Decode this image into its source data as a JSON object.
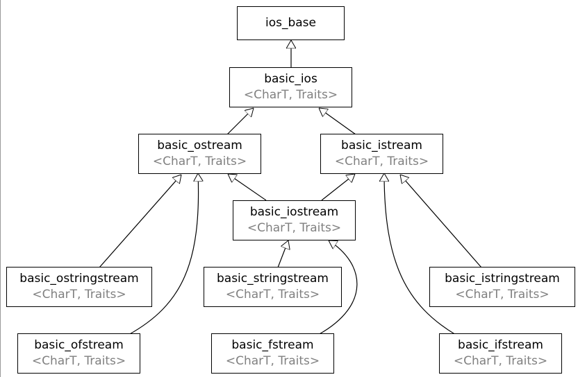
{
  "diagram": {
    "type": "class-inheritance",
    "colors": {
      "box_border": "#000000",
      "name_text": "#000000",
      "template_text": "#808080",
      "edge": "#000000",
      "arrowhead_fill": "#ffffff"
    },
    "classes": {
      "ios_base": {
        "name": "ios_base",
        "template": ""
      },
      "basic_ios": {
        "name": "basic_ios",
        "template": "<CharT, Traits>"
      },
      "basic_ostream": {
        "name": "basic_ostream",
        "template": "<CharT, Traits>"
      },
      "basic_istream": {
        "name": "basic_istream",
        "template": "<CharT, Traits>"
      },
      "basic_iostream": {
        "name": "basic_iostream",
        "template": "<CharT, Traits>"
      },
      "basic_ostringstream": {
        "name": "basic_ostringstream",
        "template": "<CharT, Traits>"
      },
      "basic_stringstream": {
        "name": "basic_stringstream",
        "template": "<CharT, Traits>"
      },
      "basic_istringstream": {
        "name": "basic_istringstream",
        "template": "<CharT, Traits>"
      },
      "basic_ofstream": {
        "name": "basic_ofstream",
        "template": "<CharT, Traits>"
      },
      "basic_fstream": {
        "name": "basic_fstream",
        "template": "<CharT, Traits>"
      },
      "basic_ifstream": {
        "name": "basic_ifstream",
        "template": "<CharT, Traits>"
      }
    },
    "inheritance": [
      {
        "derived": "basic_ios",
        "base": "ios_base"
      },
      {
        "derived": "basic_ostream",
        "base": "basic_ios"
      },
      {
        "derived": "basic_istream",
        "base": "basic_ios"
      },
      {
        "derived": "basic_iostream",
        "base": "basic_ostream"
      },
      {
        "derived": "basic_iostream",
        "base": "basic_istream"
      },
      {
        "derived": "basic_ostringstream",
        "base": "basic_ostream"
      },
      {
        "derived": "basic_ofstream",
        "base": "basic_ostream"
      },
      {
        "derived": "basic_stringstream",
        "base": "basic_iostream"
      },
      {
        "derived": "basic_fstream",
        "base": "basic_iostream"
      },
      {
        "derived": "basic_istringstream",
        "base": "basic_istream"
      },
      {
        "derived": "basic_ifstream",
        "base": "basic_istream"
      }
    ]
  }
}
